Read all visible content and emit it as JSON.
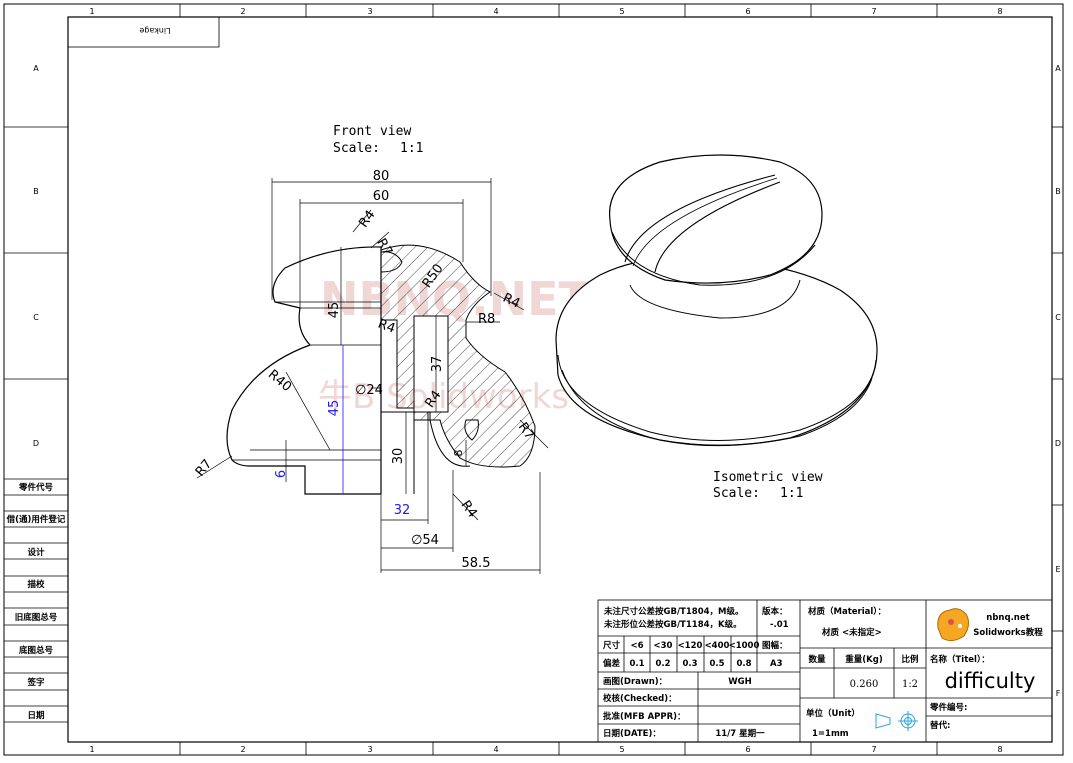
{
  "frame": {
    "top_columns": [
      "1",
      "2",
      "3",
      "4",
      "5",
      "6",
      "7",
      "8"
    ],
    "bottom_columns": [
      "1",
      "2",
      "3",
      "4",
      "5",
      "6",
      "7",
      "8"
    ],
    "rows": [
      "A",
      "B",
      "C",
      "D"
    ],
    "right_rows": [
      "A",
      "B",
      "C",
      "D",
      "E",
      "F"
    ],
    "part_name_box": "Linkage"
  },
  "left_block": [
    "零件代号",
    "借(通)用件登记",
    "设计",
    "描校",
    "旧底图总号",
    "底图总号",
    "签字",
    "日期"
  ],
  "front_view": {
    "title": "Front view",
    "scale_label": "Scale:",
    "scale": "1:1",
    "dims": {
      "d80": "80",
      "d60": "60",
      "r4_top": "R4",
      "r7_top": "R7",
      "r50": "R50",
      "r4_right": "R4",
      "r8": "R8",
      "r4_inner": "R4",
      "d45_top": "45",
      "d37": "37",
      "dia24": "∅24",
      "r4_mid": "R4",
      "r40": "R40",
      "d45_blue": "45",
      "d30": "30",
      "d8": "8",
      "r7_right": "R7",
      "r7_left": "R7",
      "d6": "6",
      "d32": "32",
      "r4_bottom": "R4",
      "dia54": "∅54",
      "d58_5": "58.5"
    }
  },
  "iso_view": {
    "title": "Isometric view",
    "scale_label": "Scale:",
    "scale": "1:1"
  },
  "watermark": {
    "line1": "NBNQ.NET",
    "line2": "牛B Solidworks 教程"
  },
  "title_block": {
    "note1": "未注尺寸公差按GB/T1804，M级。",
    "note2": "未注形位公差按GB/T1184，K级。",
    "version_label": "版本：",
    "version": "-.01",
    "size_label": "尺寸",
    "size_headers": [
      "<6",
      "<30",
      "<120",
      "<400",
      "<1000"
    ],
    "deviation_label": "偏差",
    "deviations": [
      "0.1",
      "0.2",
      "0.3",
      "0.5",
      "0.8"
    ],
    "sheet_label": "图幅：",
    "sheet": "A3",
    "drawn_label": "画图(Drawn)：",
    "drawn_by": "WGH",
    "checked_label": "校核(Checked)：",
    "approved_label": "批准(MFB APPR)：",
    "date_label": "日期(DATE)：",
    "date": "11/7  星期一",
    "material_label": "材质（Material）：",
    "material": "材质 <未指定>",
    "qty_label": "数量",
    "weight_label": "重量(Kg)",
    "weight": "0.260",
    "ratio_label": "比例",
    "ratio": "1:2",
    "unit_label": "单位（Unit）",
    "unit": "1=1mm",
    "site": "nbnq.net",
    "site_sub": "Solidworks教程",
    "name_label": "名称（Titel）：",
    "name": "difficulty",
    "part_no_label": "零件编号:",
    "replace_label": "替代:"
  }
}
